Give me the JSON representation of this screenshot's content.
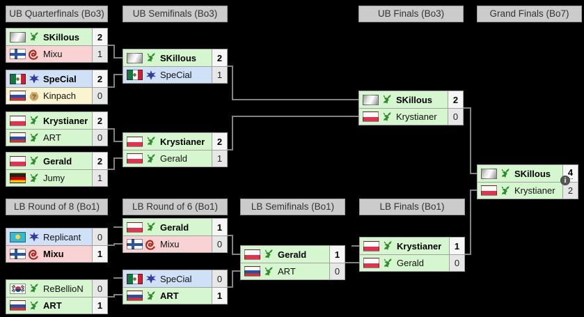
{
  "page": {
    "background": "#000000"
  },
  "colors": {
    "header_bg": "#cbcbcb",
    "border": "#a0a0a0",
    "connector": "#828282",
    "winner_score_bg": "#f6f6f6",
    "loser_score_bg": "#e7e7e7",
    "races": {
      "protoss": "#d5f6ce",
      "terran": "#d0e1f7",
      "zerg": "#f9d3d3",
      "random": "#faf5d0"
    },
    "race_icon": {
      "protoss": "#2e8b2e",
      "terran": "#333b9e",
      "zerg": "#a8281e",
      "random": "#c9a76a"
    }
  },
  "icons": {
    "info_label": "i"
  },
  "rounds": [
    {
      "id": "ubqf",
      "label": "UB Quarterfinals (Bo3)"
    },
    {
      "id": "ubsf",
      "label": "UB Semifinals (Bo3)"
    },
    {
      "id": "ubf",
      "label": "UB Finals (Bo3)"
    },
    {
      "id": "gf",
      "label": "Grand Finals (Bo7)"
    },
    {
      "id": "lbr8",
      "label": "LB Round of 8 (Bo1)"
    },
    {
      "id": "lbr6",
      "label": "LB Round of 6 (Bo1)"
    },
    {
      "id": "lbsf",
      "label": "LB Semifinals (Bo1)"
    },
    {
      "id": "lbf",
      "label": "LB Finals (Bo1)"
    }
  ],
  "matches": [
    {
      "id": "ubqf1",
      "players": [
        {
          "name": "SKillous",
          "flag": "unknown",
          "race": "protoss",
          "score": "2",
          "winner": true
        },
        {
          "name": "Mixu",
          "flag": "finland",
          "race": "zerg",
          "score": "1",
          "winner": false
        }
      ]
    },
    {
      "id": "ubqf2",
      "players": [
        {
          "name": "SpeCial",
          "flag": "mexico",
          "race": "terran",
          "score": "2",
          "winner": true
        },
        {
          "name": "Kinpach",
          "flag": "russia",
          "race": "random",
          "score": "0",
          "winner": false
        }
      ]
    },
    {
      "id": "ubqf3",
      "players": [
        {
          "name": "Krystianer",
          "flag": "poland",
          "race": "protoss",
          "score": "2",
          "winner": true
        },
        {
          "name": "ART",
          "flag": "russia",
          "race": "protoss",
          "score": "0",
          "winner": false
        }
      ]
    },
    {
      "id": "ubqf4",
      "players": [
        {
          "name": "Gerald",
          "flag": "poland",
          "race": "protoss",
          "score": "2",
          "winner": true
        },
        {
          "name": "Jumy",
          "flag": "germany",
          "race": "protoss",
          "score": "1",
          "winner": false
        }
      ]
    },
    {
      "id": "ubsf1",
      "players": [
        {
          "name": "SKillous",
          "flag": "unknown",
          "race": "protoss",
          "score": "2",
          "winner": true
        },
        {
          "name": "SpeCial",
          "flag": "mexico",
          "race": "terran",
          "score": "1",
          "winner": false
        }
      ]
    },
    {
      "id": "ubsf2",
      "players": [
        {
          "name": "Krystianer",
          "flag": "poland",
          "race": "protoss",
          "score": "2",
          "winner": true
        },
        {
          "name": "Gerald",
          "flag": "poland",
          "race": "protoss",
          "score": "1",
          "winner": false
        }
      ]
    },
    {
      "id": "ubf1",
      "players": [
        {
          "name": "SKillous",
          "flag": "unknown",
          "race": "protoss",
          "score": "2",
          "winner": true
        },
        {
          "name": "Krystianer",
          "flag": "poland",
          "race": "protoss",
          "score": "0",
          "winner": false
        }
      ]
    },
    {
      "id": "gf1",
      "info_icon": true,
      "players": [
        {
          "name": "SKillous",
          "flag": "unknown",
          "race": "protoss",
          "score": "4",
          "winner": true,
          "score_advantage_note": true
        },
        {
          "name": "Krystianer",
          "flag": "poland",
          "race": "protoss",
          "score": "2",
          "winner": false
        }
      ]
    },
    {
      "id": "lbr8m1",
      "players": [
        {
          "name": "Replicant",
          "flag": "kazakhstan",
          "race": "terran",
          "score": "0",
          "winner": false
        },
        {
          "name": "Mixu",
          "flag": "finland",
          "race": "zerg",
          "score": "1",
          "winner": true
        }
      ]
    },
    {
      "id": "lbr8m2",
      "players": [
        {
          "name": "ReBellioN",
          "flag": "southkorea",
          "race": "protoss",
          "score": "0",
          "winner": false
        },
        {
          "name": "ART",
          "flag": "russia",
          "race": "protoss",
          "score": "1",
          "winner": true
        }
      ]
    },
    {
      "id": "lbr6m1",
      "players": [
        {
          "name": "Gerald",
          "flag": "poland",
          "race": "protoss",
          "score": "1",
          "winner": true
        },
        {
          "name": "Mixu",
          "flag": "finland",
          "race": "zerg",
          "score": "0",
          "winner": false
        }
      ]
    },
    {
      "id": "lbr6m2",
      "players": [
        {
          "name": "SpeCial",
          "flag": "mexico",
          "race": "terran",
          "score": "0",
          "winner": false
        },
        {
          "name": "ART",
          "flag": "russia",
          "race": "protoss",
          "score": "1",
          "winner": true
        }
      ]
    },
    {
      "id": "lbsf1",
      "players": [
        {
          "name": "Gerald",
          "flag": "poland",
          "race": "protoss",
          "score": "1",
          "winner": true
        },
        {
          "name": "ART",
          "flag": "russia",
          "race": "protoss",
          "score": "0",
          "winner": false
        }
      ]
    },
    {
      "id": "lbf1",
      "players": [
        {
          "name": "Krystianer",
          "flag": "poland",
          "race": "protoss",
          "score": "1",
          "winner": true
        },
        {
          "name": "Gerald",
          "flag": "poland",
          "race": "protoss",
          "score": "0",
          "winner": false
        }
      ]
    }
  ]
}
